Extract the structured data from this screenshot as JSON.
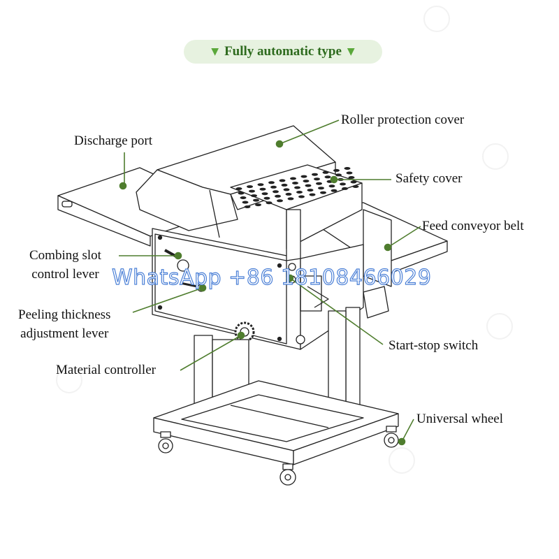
{
  "header": {
    "title": "Fully automatic type",
    "marker_icon": "triangle-down-icon",
    "accent_color": "#5aa83a"
  },
  "labels": {
    "roller_protection_cover": "Roller protection cover",
    "discharge_port": "Discharge port",
    "safety_cover": "Safety cover",
    "feed_conveyor_belt": "Feed conveyor belt",
    "combing_slot_control_lever": "Combing slot\ncontrol lever",
    "peeling_thickness_adjustment_lever": "Peeling thickness\nadjustment lever",
    "start_stop_switch": "Start-stop switch",
    "material_controller": "Material controller",
    "universal_wheel": "Universal wheel"
  },
  "watermark": {
    "text": "WhatsApp +86 18108466029",
    "color": "#4a7fd6"
  },
  "leader_color": "#4f7d2e"
}
